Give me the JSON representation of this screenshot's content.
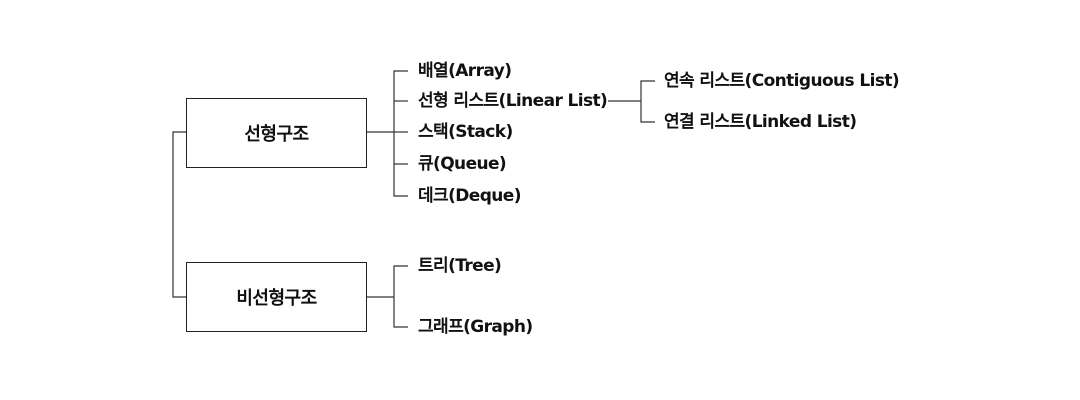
{
  "diagram": {
    "root": {
      "linear": {
        "label": "선형구조",
        "children": {
          "array": "배열(Array)",
          "linear_list": "선형 리스트(Linear List)",
          "stack": "스택(Stack)",
          "queue": "큐(Queue)",
          "deque": "데크(Deque)"
        },
        "linear_list_children": {
          "contiguous": "연속 리스트(Contiguous List)",
          "linked": "연결 리스트(Linked List)"
        }
      },
      "nonlinear": {
        "label": "비선형구조",
        "children": {
          "tree": "트리(Tree)",
          "graph": "그래프(Graph)"
        }
      }
    },
    "colors": {
      "line": "#333333",
      "text": "#111111",
      "border": "#222222"
    }
  }
}
